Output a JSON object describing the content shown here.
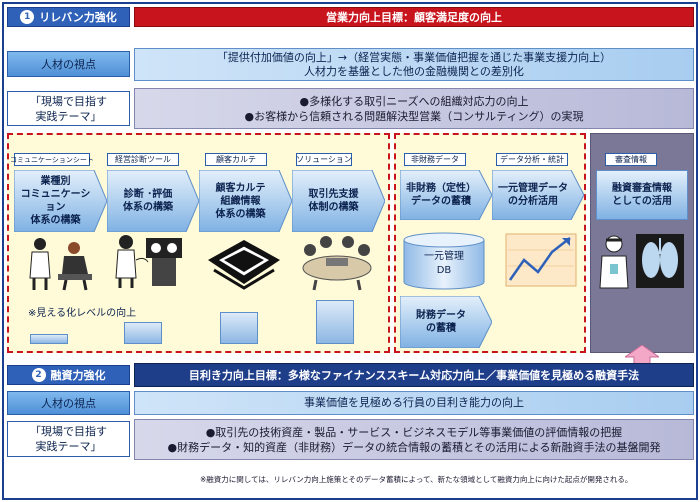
{
  "section1": {
    "number": "1",
    "header": "リレバン力強化",
    "goal": "営業力向上目標：顧客満足度の向上",
    "perspective_label": "人材の視点",
    "perspective_text_1": "「提供付加価値の向上」→（経営実態・事業価値把握を通じた事業支援力向上）",
    "perspective_text_2": "人材力を基盤とした他の金融機関との差別化",
    "theme_label_1": "「現場で目指す",
    "theme_label_2": "実践テーマ」",
    "theme_text_1": "●多様化する取引ニーズへの組織対応力の向上",
    "theme_text_2": "●お客様から信頼される問題解決型営業（コンサルティング）の実現"
  },
  "tools": [
    {
      "tag": "コミュニケーションシート",
      "arrow_l1": "業種別",
      "arrow_l2": "コミュニケーション",
      "arrow_l3": "体系の構築"
    },
    {
      "tag": "経営診断ツール",
      "arrow_l1": "診断 ･評価",
      "arrow_l2": "体系の構築",
      "arrow_l3": ""
    },
    {
      "tag": "顧客カルテ",
      "arrow_l1": "顧客カルテ",
      "arrow_l2": "組織情報",
      "arrow_l3": "体系の構築"
    },
    {
      "tag": "ソリューション",
      "arrow_l1": "取引先支援",
      "arrow_l2": "体制の構築",
      "arrow_l3": ""
    },
    {
      "tag": "非財務データ",
      "arrow_l1": "非財務（定性）",
      "arrow_l2": "データの蓄積",
      "arrow_l3": ""
    },
    {
      "tag": "データ分析・統計",
      "arrow_l1": "一元管理データ",
      "arrow_l2": "の分析活用",
      "arrow_l3": ""
    },
    {
      "tag": "審査情報",
      "arrow_l1": "融資審査情報",
      "arrow_l2": "としての活用",
      "arrow_l3": ""
    }
  ],
  "db": {
    "line1": "一元管理",
    "line2": "DB"
  },
  "financial": {
    "line1": "財務データ",
    "line2": "の蓄積"
  },
  "visibility_note": "※見える化レベルの向上",
  "section2": {
    "number": "2",
    "header": "融資力強化",
    "goal": "目利き力向上目標：多様なファイナンススキーム対応力向上／事業価値を見極める融資手法",
    "perspective_label": "人材の視点",
    "perspective_text": "事業価値を見極める行員の目利き能力の向上",
    "theme_label_1": "「現場で目指す",
    "theme_label_2": "実践テーマ」",
    "theme_text_1": "●取引先の技術資産・製品・サービス・ビジネスモデル等事業価値の評価情報の把握",
    "theme_text_2": "●財務データ・知的資産（非財務）データの統合情報の蓄積とその活用による新融資手法の基盤開発"
  },
  "footnote": "※融資力に関しては、リレバン力向上施策とそのデータ蓄積によって、新たな領域として融資力向上に向けた起点が開発される。",
  "colors": {
    "navy": "#1f3e8a",
    "red": "#c8141c",
    "blue": "#2f61b8",
    "panel": "#fffbd8",
    "gray": "#7a7896"
  }
}
